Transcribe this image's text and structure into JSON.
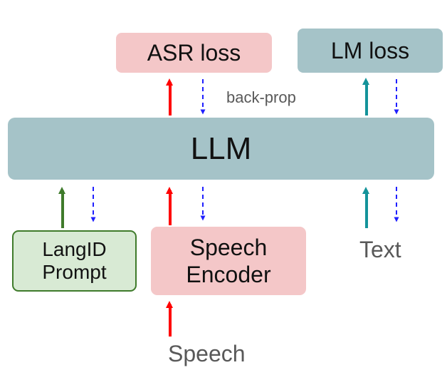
{
  "boxes": {
    "asr_loss": "ASR loss",
    "lm_loss": "LM loss",
    "llm": "LLM",
    "langid_prompt": [
      "LangID",
      "Prompt"
    ],
    "speech_encoder": [
      "Speech",
      "Encoder"
    ]
  },
  "inputs": {
    "text": "Text",
    "speech": "Speech"
  },
  "annotations": {
    "backprop": "back-prop"
  },
  "colors": {
    "asr_fill": "#f4c7c8",
    "lm_fill": "#a5c3c8",
    "langid_fill": "#d8ead4",
    "langid_border": "#3f7b2b",
    "forward_speech_arrow": "#ff0000",
    "forward_text_arrow": "#14939a",
    "forward_langid_arrow": "#3f7b2b",
    "backprop_arrow": "#1f1fff"
  }
}
